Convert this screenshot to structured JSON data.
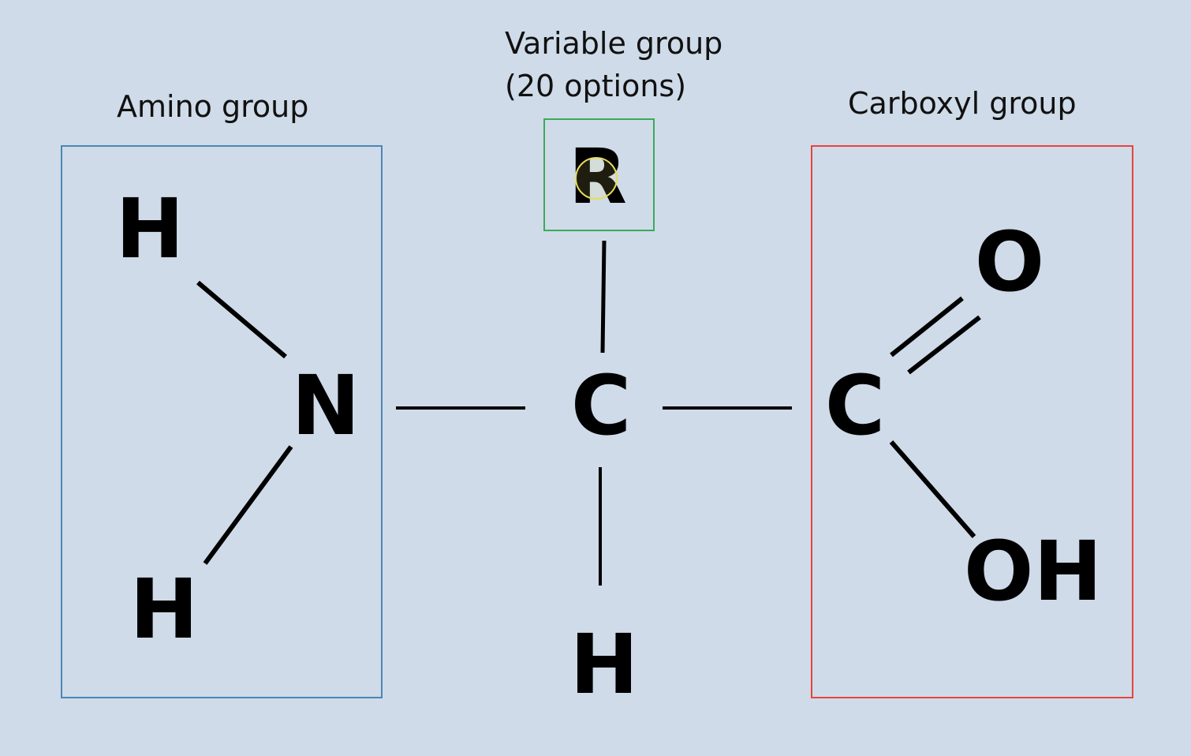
{
  "labels": {
    "amino": "Amino group",
    "variable_line1": "Variable group",
    "variable_line2": "(20 options)",
    "carboxyl": "Carboxyl group"
  },
  "atoms": {
    "amino_h_top": "H",
    "amino_n": "N",
    "amino_h_bottom": "H",
    "r_group": "R",
    "alpha_c": "C",
    "alpha_h": "H",
    "carboxyl_c": "C",
    "carboxyl_o": "O",
    "carboxyl_oh": "OH"
  },
  "colors": {
    "background": "#cfdbe8",
    "amino_box": "#4a86b8",
    "variable_box": "#3aaa5c",
    "carboxyl_box": "#e8433f",
    "bond": "#000000"
  }
}
